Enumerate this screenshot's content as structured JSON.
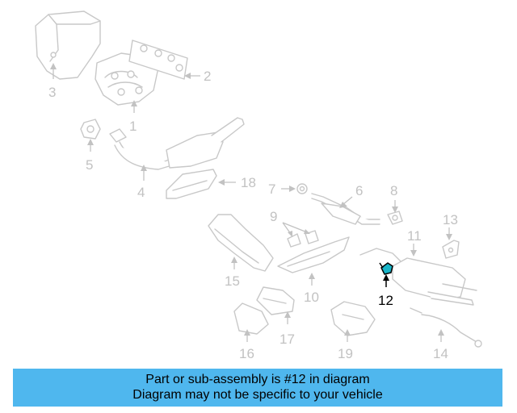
{
  "callouts": {
    "c1": "1",
    "c2": "2",
    "c3": "3",
    "c4": "4",
    "c5": "5",
    "c6": "6",
    "c7": "7",
    "c8": "8",
    "c9": "9",
    "c10": "10",
    "c11": "11",
    "c12": "12",
    "c13": "13",
    "c14": "14",
    "c15": "15",
    "c16": "16",
    "c17": "17",
    "c18": "18",
    "c19": "19"
  },
  "highlighted_part": "12",
  "colors": {
    "banner": "#4fb7ee",
    "highlight": "#19b5c8",
    "faded": "#c2c2c2"
  },
  "banner": {
    "line1": "Part or sub-assembly is #12 in diagram",
    "line2": "Diagram may not be specific to your vehicle"
  }
}
